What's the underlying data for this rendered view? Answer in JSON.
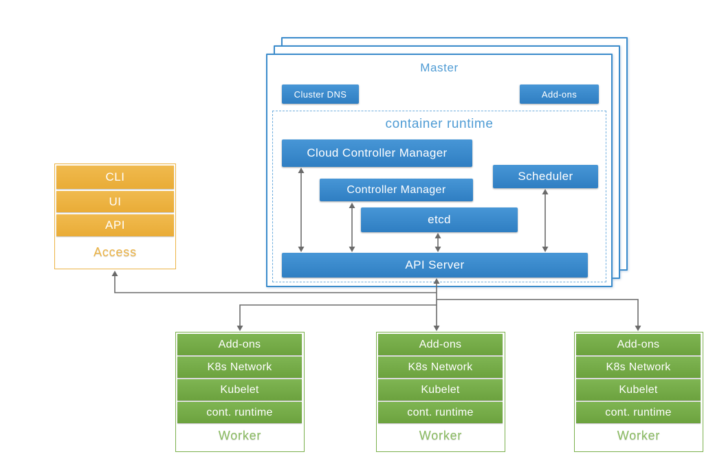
{
  "master": {
    "title": "Master",
    "cluster_dns_label": "Cluster DNS",
    "addons_label": "Add-ons",
    "container_runtime_title": "container runtime",
    "components": {
      "cloud_controller_manager": "Cloud Controller Manager",
      "controller_manager": "Controller Manager",
      "etcd": "etcd",
      "scheduler": "Scheduler",
      "api_server": "API Server"
    }
  },
  "access": {
    "title": "Access",
    "items": [
      "CLI",
      "UI",
      "API"
    ]
  },
  "workers": [
    {
      "title": "Worker",
      "items": [
        "Add-ons",
        "K8s Network",
        "Kubelet",
        "cont. runtime"
      ]
    },
    {
      "title": "Worker",
      "items": [
        "Add-ons",
        "K8s Network",
        "Kubelet",
        "cont. runtime"
      ]
    },
    {
      "title": "Worker",
      "items": [
        "Add-ons",
        "K8s Network",
        "Kubelet",
        "cont. runtime"
      ]
    }
  ],
  "colors": {
    "blue_box": "#3486c7",
    "blue_border": "#3a8bcb",
    "blue_dashed": "#6aabdd",
    "blue_title_text": "#4e9bd4",
    "orange": "#edb445",
    "green": "#77ae47",
    "worker_title_text": "#8abc60",
    "arrow": "#6a6a6a"
  }
}
